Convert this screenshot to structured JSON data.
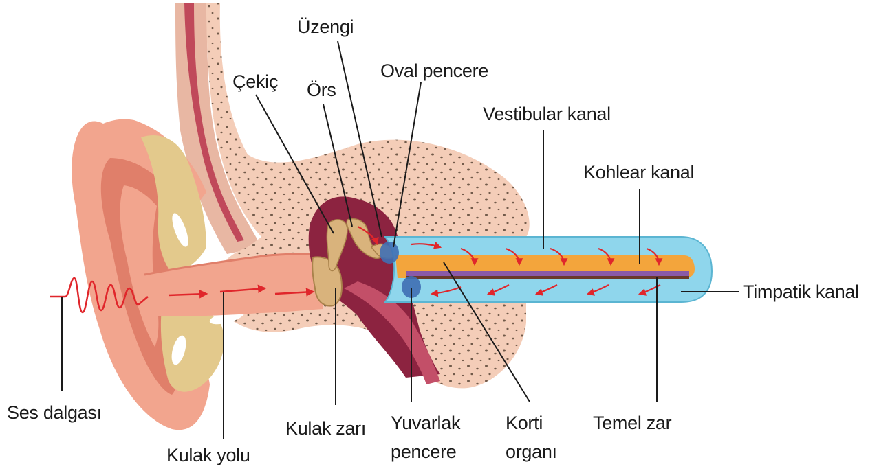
{
  "diagram": {
    "labels": {
      "ses_dalgasi": "Ses dalgası",
      "kulak_yolu": "Kulak yolu",
      "cekic": "Çekiç",
      "ors": "Örs",
      "uzengi": "Üzengi",
      "oval_pencere": "Oval pencere",
      "vestibular_kanal": "Vestibular kanal",
      "kohlear_kanal": "Kohlear kanal",
      "timpatik_kanal": "Timpatik kanal",
      "kulak_zari": "Kulak zarı",
      "yuvarlak_pencere_1": "Yuvarlak",
      "yuvarlak_pencere_2": "pencere",
      "korti_organi_1": "Korti",
      "korti_organi_2": "organı",
      "temel_zar": "Temel zar"
    },
    "colors": {
      "skin": "#f2a58e",
      "skin_dark": "#e07f6a",
      "cartilage": "#e3c98c",
      "bone": "#f4cdb8",
      "middle_ear": "#8c2340",
      "ossicle": "#d9b37c",
      "cochlea_outer": "#8fd6ec",
      "cochlear_duct": "#f3a53c",
      "basilar_purple": "#8a5aa8",
      "basilar_brown": "#6b3a2a",
      "window_blue": "#3f6fb4",
      "wave_red": "#e0262b",
      "leader": "#1a1a1a"
    }
  }
}
